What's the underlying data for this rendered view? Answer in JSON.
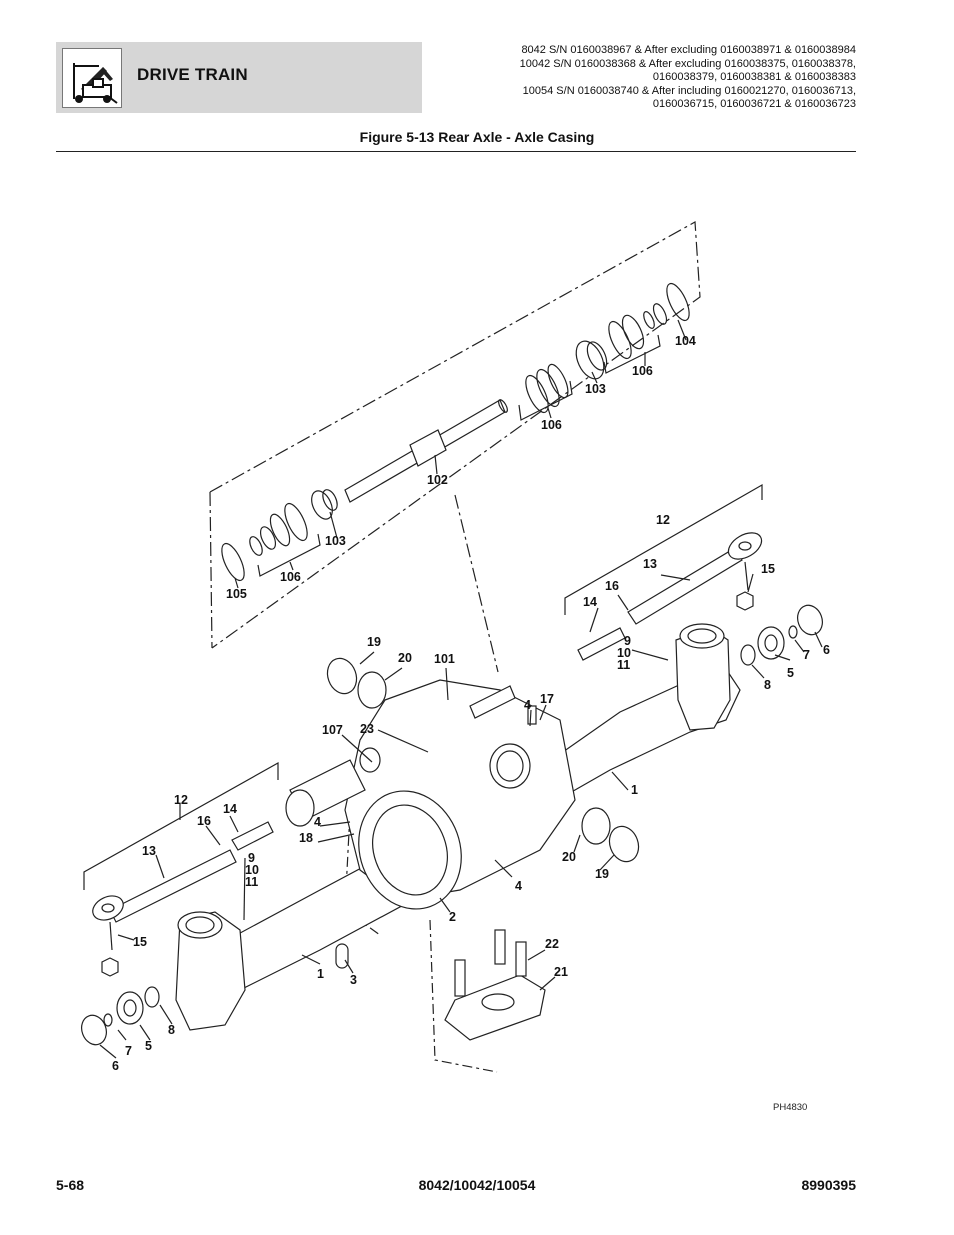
{
  "header": {
    "section_title": "DRIVE TRAIN",
    "logo_icon": "telehandler-icon",
    "serial_lines": [
      "8042 S/N 0160038967 & After excluding 0160038971 & 0160038984",
      "10042 S/N 0160038368 & After excluding 0160038375, 0160038378,",
      "0160038379, 0160038381 & 0160038383",
      "10054 S/N 0160038740 & After including 0160021270, 0160036713,",
      "0160036715, 0160036721 & 0160036723"
    ]
  },
  "figure": {
    "title": "Figure 5-13 Rear Axle - Axle Casing",
    "reference_code": "PH4830",
    "callouts": [
      "104",
      "106",
      "103",
      "106",
      "102",
      "103",
      "106",
      "105",
      "12",
      "13",
      "15",
      "16",
      "14",
      "9",
      "10",
      "11",
      "6",
      "7",
      "5",
      "8",
      "19",
      "20",
      "101",
      "17",
      "4",
      "107",
      "23",
      "1",
      "12",
      "14",
      "16",
      "4",
      "18",
      "13",
      "9",
      "10",
      "11",
      "20",
      "19",
      "4",
      "2",
      "22",
      "21",
      "15",
      "1",
      "3",
      "7",
      "5",
      "8",
      "6"
    ]
  },
  "footer": {
    "page_number": "5-68",
    "models": "8042/10042/10054",
    "part_number": "8990395"
  }
}
